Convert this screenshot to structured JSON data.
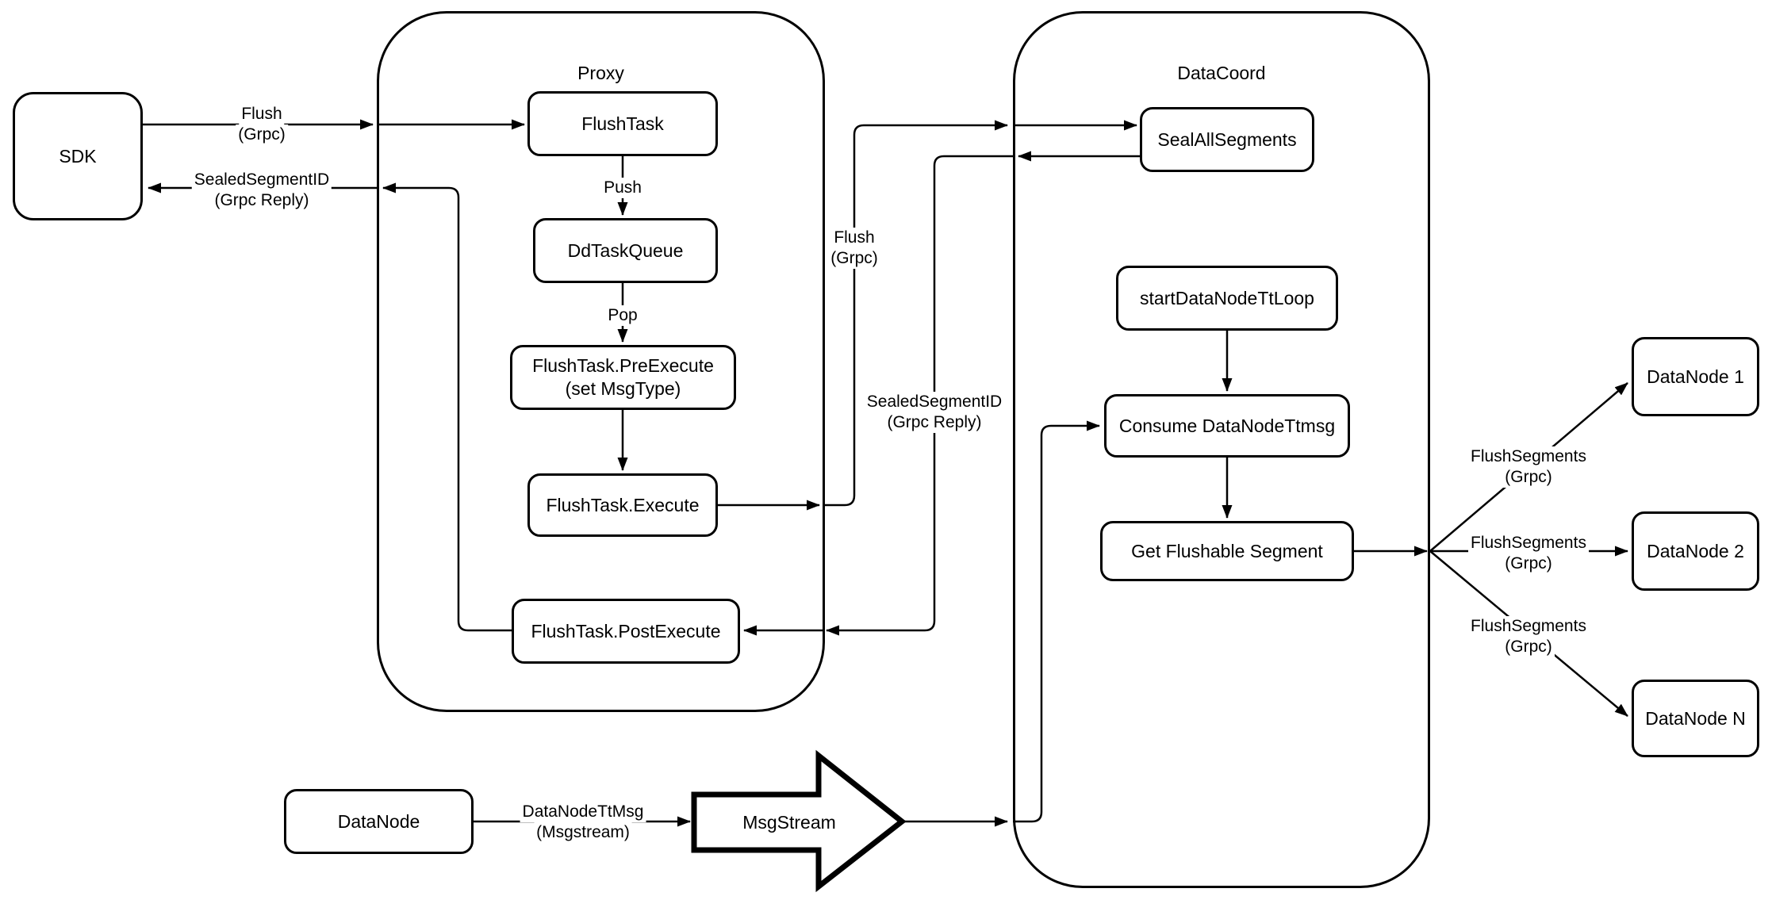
{
  "containers": {
    "proxy": "Proxy",
    "datacoord": "DataCoord"
  },
  "nodes": {
    "sdk": "SDK",
    "flush_task": "FlushTask",
    "dd_task_queue": "DdTaskQueue",
    "pre_execute": "FlushTask.PreExecute\n(set MsgType)",
    "execute": "FlushTask.Execute",
    "post_execute": "FlushTask.PostExecute",
    "seal_all_segments": "SealAllSegments",
    "start_data_node_tt_loop": "startDataNodeTtLoop",
    "consume_data_node_ttmsg": "Consume DataNodeTtmsg",
    "get_flushable_segment": "Get Flushable Segment",
    "datanode_1": "DataNode 1",
    "datanode_2": "DataNode 2",
    "datanode_n": "DataNode N",
    "datanode_source": "DataNode",
    "msgstream": "MsgStream"
  },
  "edge_labels": {
    "flush_sdk": {
      "line1": "Flush",
      "line2": "(Grpc)"
    },
    "sealed_sdk": {
      "line1": "SealedSegmentID",
      "line2": "(Grpc Reply)"
    },
    "push": {
      "text": "Push"
    },
    "pop": {
      "text": "Pop"
    },
    "flush_mid": {
      "line1": "Flush",
      "line2": "(Grpc)"
    },
    "sealed_mid": {
      "line1": "SealedSegmentID",
      "line2": "(Grpc Reply)"
    },
    "flush_segments_1": {
      "line1": "FlushSegments",
      "line2": "(Grpc)"
    },
    "flush_segments_2": {
      "line1": "FlushSegments",
      "line2": "(Grpc)"
    },
    "flush_segments_3": {
      "line1": "FlushSegments",
      "line2": "(Grpc)"
    },
    "datanode_tt_msg": {
      "line1": "DataNodeTtMsg",
      "line2": "(Msgstream)"
    }
  },
  "colors": {
    "stroke": "#000000",
    "background": "#ffffff"
  }
}
